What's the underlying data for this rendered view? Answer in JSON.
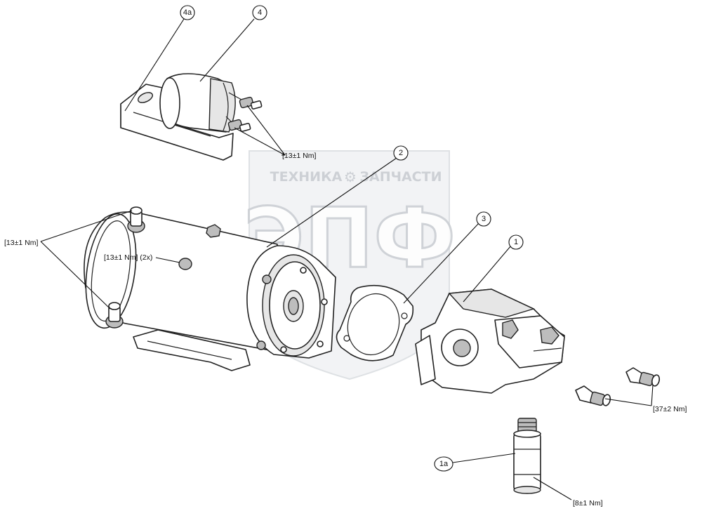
{
  "watermark": {
    "left_word": "ТЕХНИКА",
    "right_word": "ЗАПЧАСТИ",
    "gear_glyph": "⚙",
    "logo_letters": "ЭПФ"
  },
  "callouts": {
    "c1": "1",
    "c1a": "1a",
    "c2": "2",
    "c3": "3",
    "c4": "4",
    "c4a": "4a"
  },
  "torques": {
    "solenoid_terminals": "[13±1 Nm]",
    "motor_terminals": "[13±1 Nm]",
    "motor_screws": "[13±1 Nm] (2x)",
    "pump_fittings": "[37±2 Nm]",
    "valve_1a": "[8±1 Nm]"
  }
}
